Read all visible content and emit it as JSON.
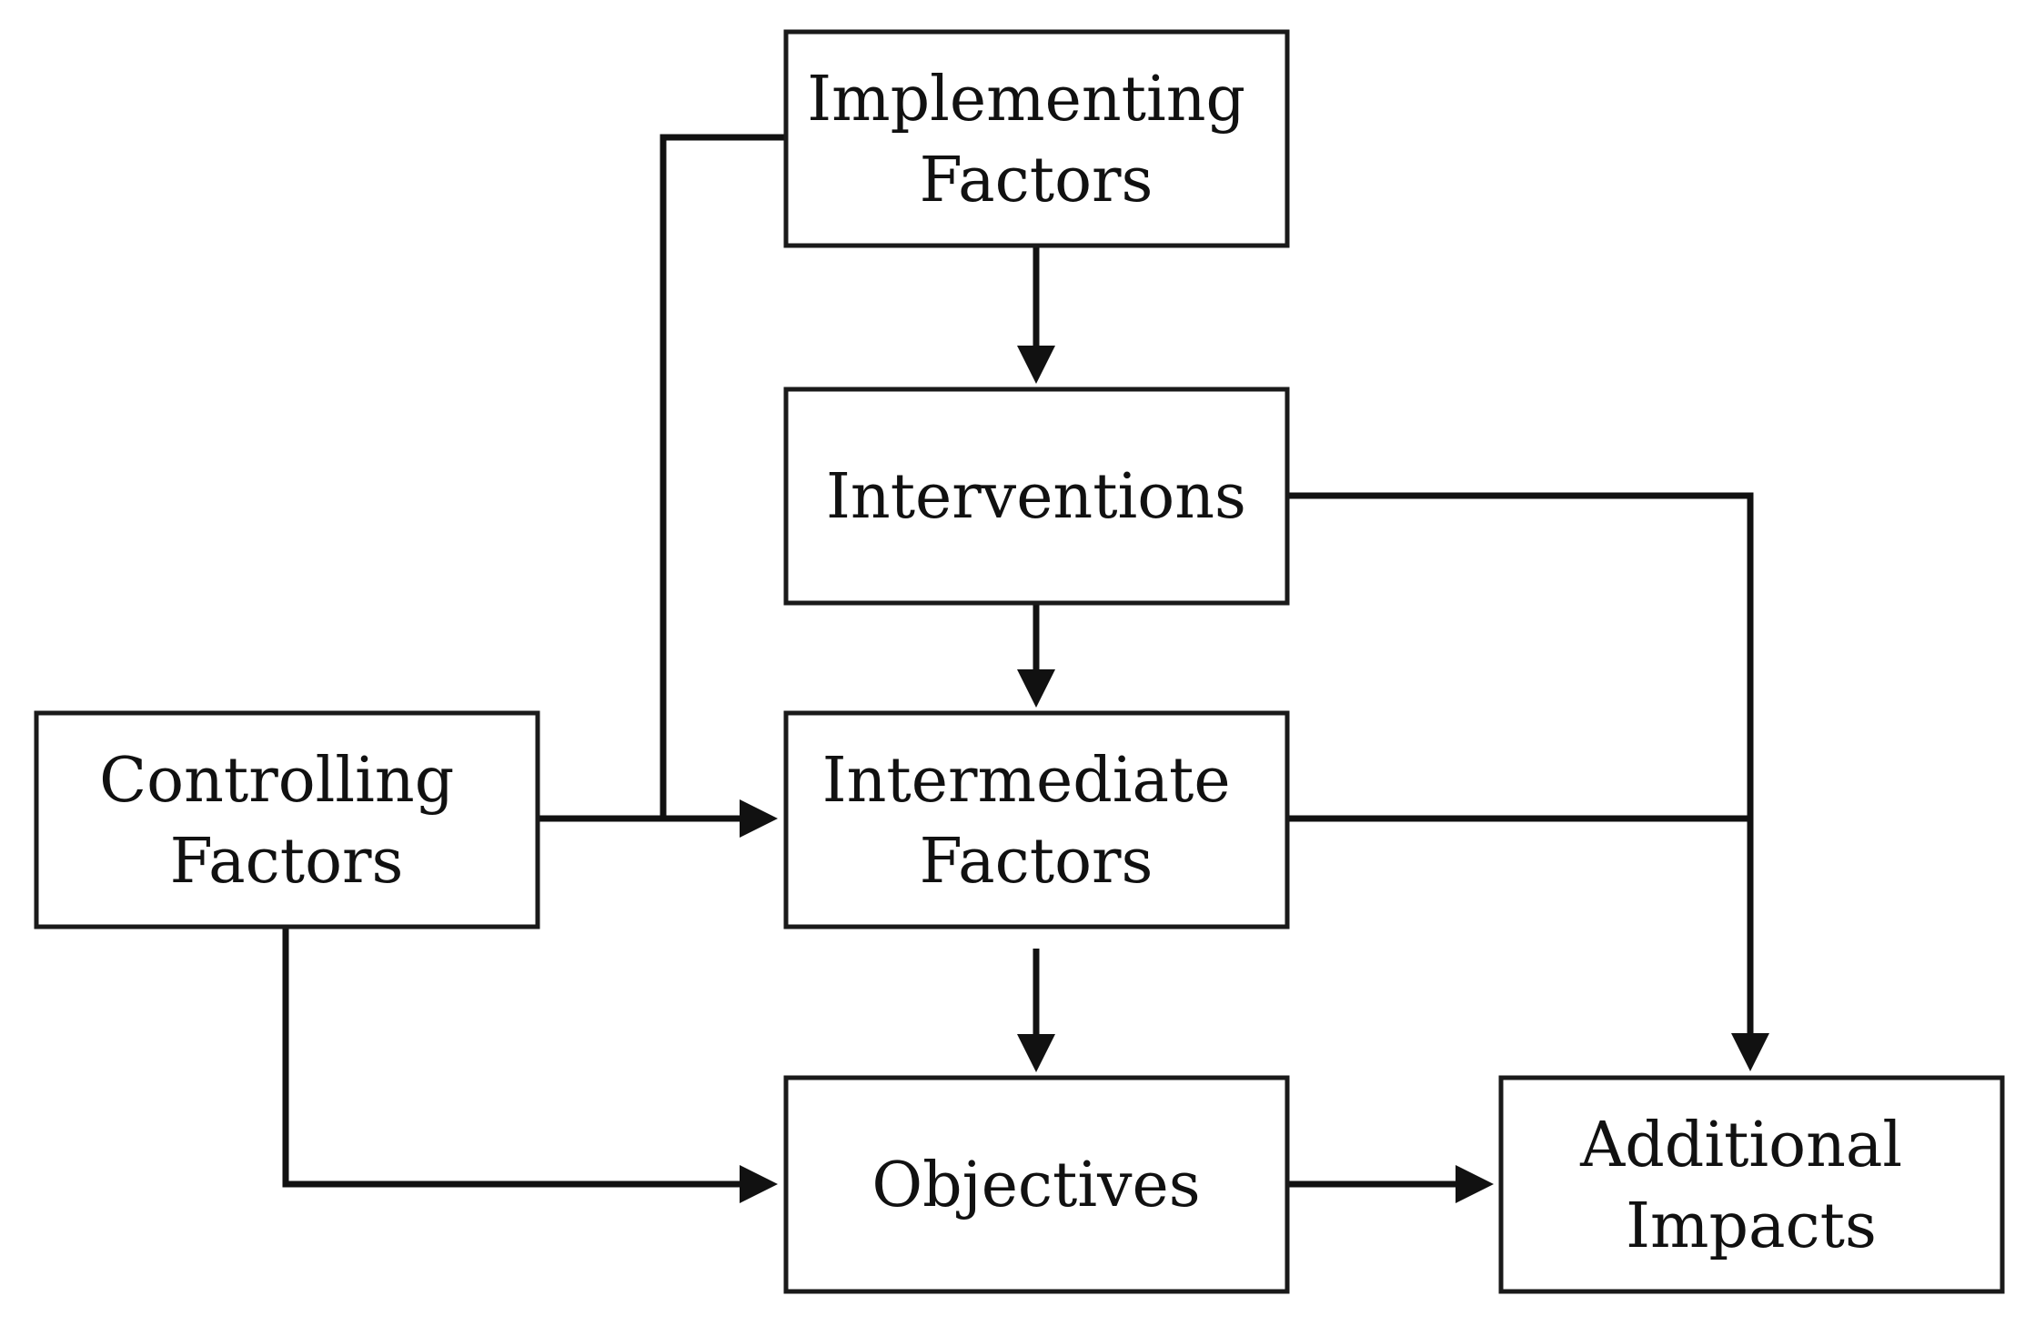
{
  "diagram": {
    "nodes": {
      "implementing": {
        "line1": "Implementing",
        "line2": "Factors"
      },
      "interventions": {
        "line1": "Interventions"
      },
      "controlling": {
        "line1": "Controlling",
        "line2": "Factors"
      },
      "intermediate": {
        "line1": "Intermediate",
        "line2": "Factors"
      },
      "objectives": {
        "line1": "Objectives"
      },
      "additional": {
        "line1": "Additional",
        "line2": "Impacts"
      }
    },
    "edges": [
      {
        "from": "Implementing Factors",
        "to": "Interventions"
      },
      {
        "from": "Implementing Factors",
        "to": "Intermediate Factors"
      },
      {
        "from": "Controlling Factors",
        "to": "Intermediate Factors"
      },
      {
        "from": "Controlling Factors",
        "to": "Objectives"
      },
      {
        "from": "Interventions",
        "to": "Intermediate Factors"
      },
      {
        "from": "Interventions",
        "to": "Additional Impacts"
      },
      {
        "from": "Intermediate Factors",
        "to": "Objectives"
      },
      {
        "from": "Intermediate Factors",
        "to": "Additional Impacts"
      },
      {
        "from": "Objectives",
        "to": "Additional Impacts"
      }
    ],
    "colors": {
      "line": "#111111",
      "box_border": "#1a1a1a",
      "background": "#ffffff"
    }
  }
}
